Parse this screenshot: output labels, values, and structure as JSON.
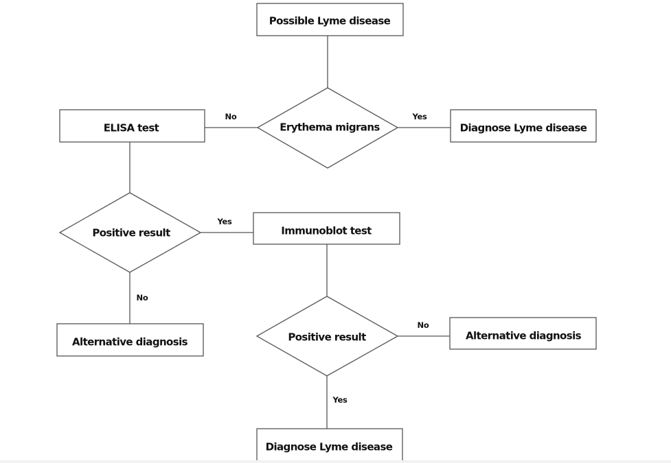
{
  "nodes": {
    "possible_lyme": "Possible Lyme disease",
    "erythema_migrans": "Erythema migrans",
    "diagnose_lyme_1": "Diagnose Lyme disease",
    "elisa_test": "ELISA test",
    "positive_result_1": "Positive result",
    "immunoblot_test": "Immunoblot test",
    "alternative_diagnosis_1": "Alternative diagnosis",
    "positive_result_2": "Positive result",
    "alternative_diagnosis_2": "Alternative diagnosis",
    "diagnose_lyme_2": "Diagnose Lyme disease"
  },
  "edges": {
    "erythema_no": "No",
    "erythema_yes": "Yes",
    "positive1_yes": "Yes",
    "positive1_no": "No",
    "positive2_no": "No",
    "positive2_yes": "Yes"
  },
  "colors": {
    "stroke": "#555555",
    "text": "#111111",
    "background": "#ffffff"
  }
}
